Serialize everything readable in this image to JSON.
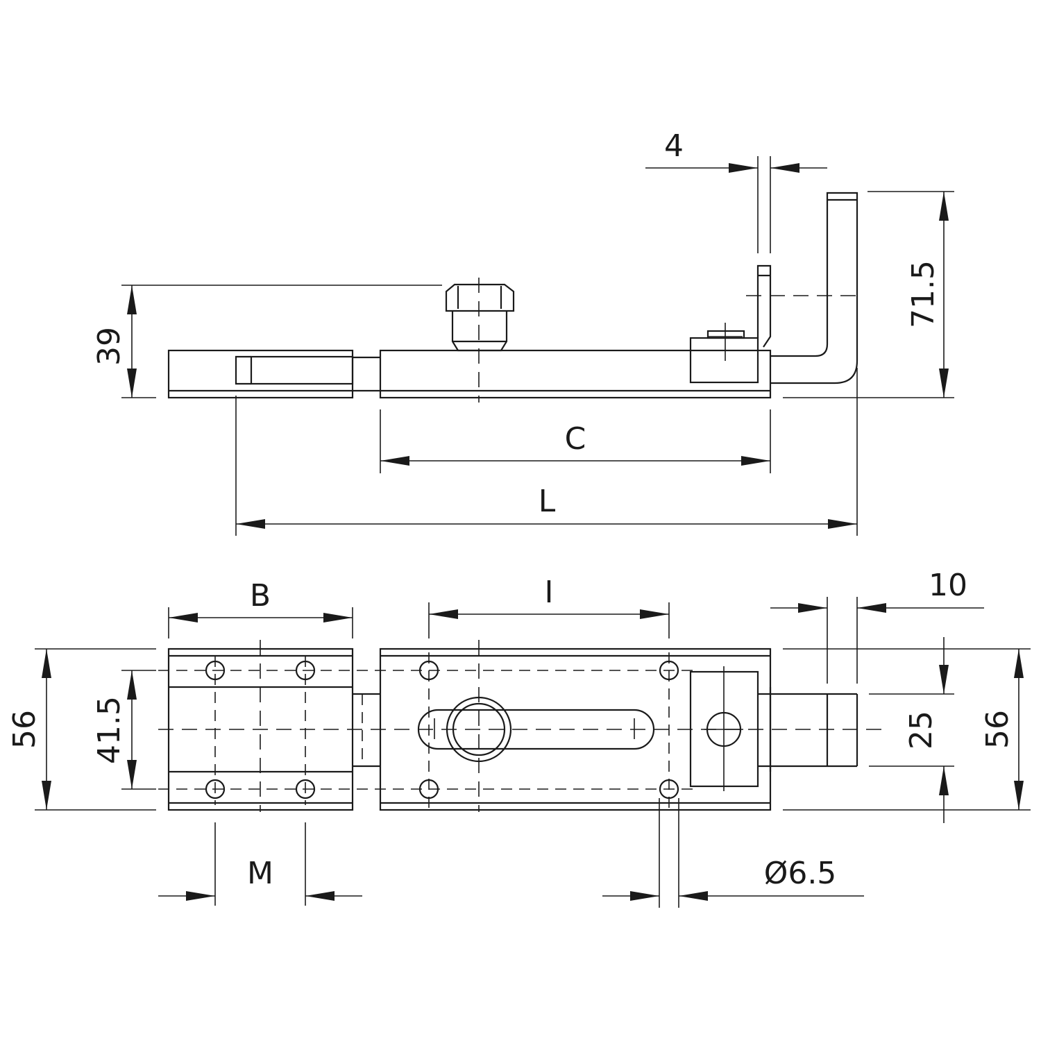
{
  "side_view": {
    "dim_4": "4",
    "dim_71_5": "71.5",
    "dim_39": "39",
    "dim_C": "C",
    "dim_L": "L"
  },
  "top_view": {
    "dim_B": "B",
    "dim_I": "I",
    "dim_10": "10",
    "dim_56_left": "56",
    "dim_41_5": "41.5",
    "dim_25": "25",
    "dim_56_right": "56",
    "dim_M": "M",
    "dim_hole": "Ø6.5"
  }
}
